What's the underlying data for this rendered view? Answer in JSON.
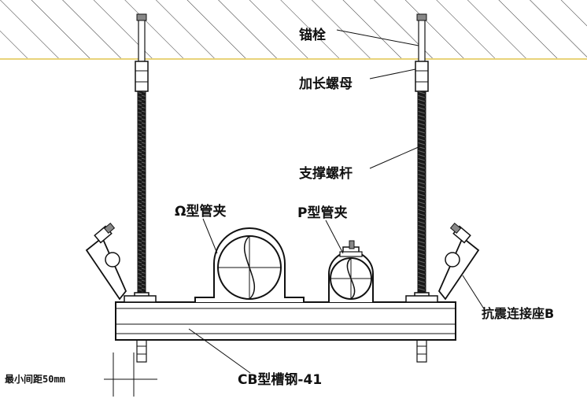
{
  "labels": {
    "anchor": "锚栓",
    "long_nut": "加长螺母",
    "rod": "支撑螺杆",
    "omega_clamp": "Ω型管夹",
    "p_clamp": "P型管夹",
    "seat": "抗震连接座B",
    "channel": "CB型槽钢-41",
    "min_spacing": "最小间距50mm"
  },
  "colors": {
    "line": "#111111",
    "ceiling_edge": "#e8d37a",
    "rod_fill": "#1a1a1a"
  }
}
